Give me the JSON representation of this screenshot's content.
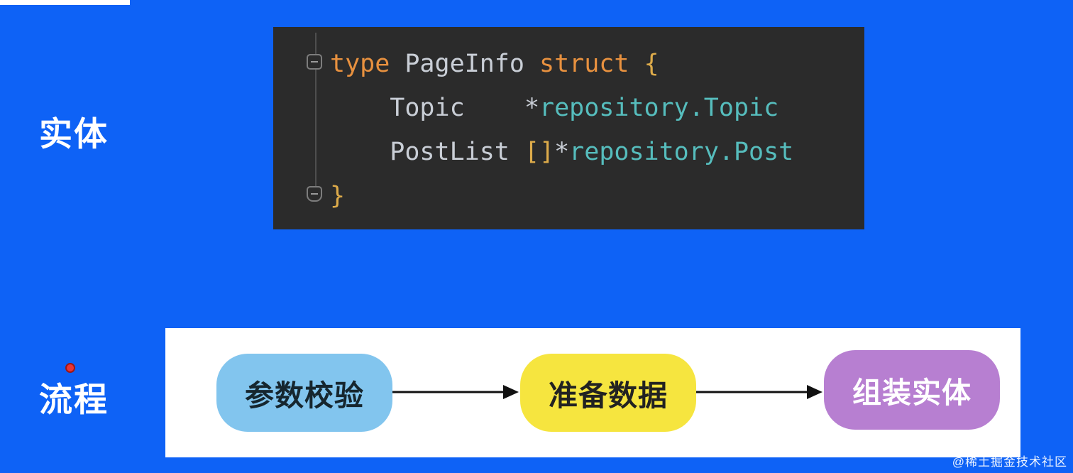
{
  "page": {
    "bg": "#0e62f6",
    "watermark": "@稀土掘金技术社区"
  },
  "entity": {
    "label": "实体",
    "code": {
      "bg": "#2b2b2b",
      "token_colors": {
        "kw": "#e8913f",
        "plain": "#c9ced6",
        "type": "#56bdbd",
        "brace": "#ddab4a"
      },
      "lines": [
        {
          "tokens": [
            {
              "t": "type ",
              "c": "kw"
            },
            {
              "t": "PageInfo ",
              "c": "plain"
            },
            {
              "t": "struct ",
              "c": "kw"
            },
            {
              "t": "{",
              "c": "brace"
            }
          ]
        },
        {
          "tokens": [
            {
              "t": "    Topic    ",
              "c": "plain"
            },
            {
              "t": "*",
              "c": "plain"
            },
            {
              "t": "repository.Topic",
              "c": "type"
            }
          ]
        },
        {
          "tokens": [
            {
              "t": "    PostList ",
              "c": "plain"
            },
            {
              "t": "[]",
              "c": "brace"
            },
            {
              "t": "*",
              "c": "plain"
            },
            {
              "t": "repository.Post",
              "c": "type"
            }
          ]
        },
        {
          "tokens": [
            {
              "t": "}",
              "c": "brace"
            }
          ]
        }
      ]
    }
  },
  "flow": {
    "label": "流程",
    "panel_bg": "#ffffff",
    "arrow_color": "#111111",
    "steps": [
      {
        "label": "参数校验",
        "bg": "#82c5ee",
        "fg": "#16262e"
      },
      {
        "label": "准备数据",
        "bg": "#f6e53f",
        "fg": "#222222"
      },
      {
        "label": "组装实体",
        "bg": "#b77fd1",
        "fg": "#ffffff"
      }
    ]
  }
}
